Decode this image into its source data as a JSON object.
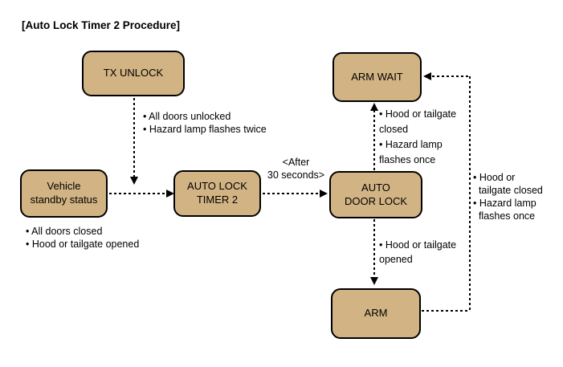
{
  "title": "[Auto Lock Timer 2 Procedure]",
  "colors": {
    "background": "#ffffff",
    "node_fill": "#D2B384",
    "node_border": "#000000",
    "line": "#000000",
    "text": "#000000"
  },
  "icons": {
    "arrowhead_right": "filled-triangle-right",
    "arrowhead_left": "filled-triangle-left",
    "arrowhead_up": "filled-triangle-up",
    "arrowhead_down": "filled-triangle-down"
  },
  "nodes": {
    "tx_unlock": {
      "label": "TX UNLOCK"
    },
    "vehicle_standby": {
      "label": "Vehicle\nstandby status"
    },
    "auto_lock_timer_2": {
      "label": "AUTO LOCK\nTIMER 2"
    },
    "auto_door_lock": {
      "label": "AUTO\nDOOR LOCK"
    },
    "arm_wait": {
      "label": "ARM WAIT"
    },
    "arm": {
      "label": "ARM"
    }
  },
  "annotations": {
    "tx_unlock_event": "• All doors unlocked\n• Hazard lamp flashes twice",
    "standby_conditions": "• All doors closed\n• Hood or tailgate opened",
    "timer_delay": "<After\n30 seconds>",
    "doorlock_to_armwait": "• Hood or tailgate\nclosed\n• Hazard lamp\nflashes once",
    "doorlock_to_arm": "• Hood or tailgate\nopened",
    "arm_to_armwait": "• Hood or\n  tailgate closed\n• Hazard lamp\n  flashes once"
  }
}
